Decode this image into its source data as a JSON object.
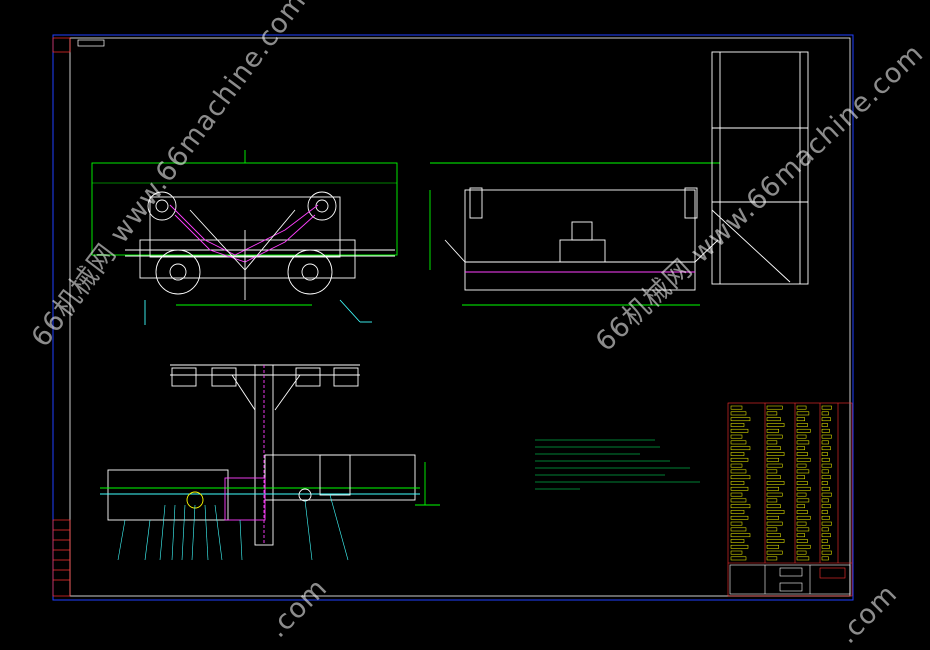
{
  "watermarks": {
    "left": "66机械网 www.66machine.com",
    "right": "66机械网 www.66machine.com",
    "bottom_right": ".com",
    "bottom_center": ".com"
  },
  "colors": {
    "background": "#000000",
    "frame_blue": "#2040ff",
    "outline_white": "#ffffff",
    "dimension_green": "#00ff00",
    "hidden_magenta": "#ff40ff",
    "leader_cyan": "#40ffff",
    "title_block_red": "#ff3030",
    "title_block_yellow": "#ffff00"
  }
}
